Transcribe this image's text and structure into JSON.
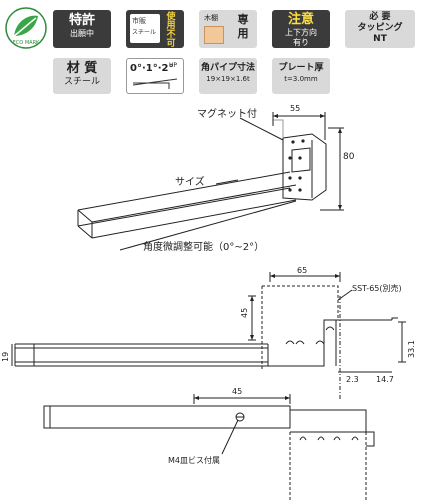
{
  "badges": {
    "eco_logo": "ECO MARK",
    "patent_big": "特許",
    "patent_small": "出願中",
    "material_box_top": "市販",
    "material_box_bottom": "スチール",
    "not_usable": "使用不可",
    "wood_label": "木棚",
    "dedicated": "専用",
    "caution_big": "注意",
    "caution_line1": "上下方向",
    "caution_line2": "有り",
    "required_line1": "必 要",
    "required_line2": "タッピング",
    "required_line3": "NT",
    "material_big": "材 質",
    "material_small": "スチール",
    "angle_main": "0°·1°·2°",
    "angle_up": "UP",
    "pipe_big": "角パイプ寸法",
    "pipe_small": "19×19×1.6t",
    "plate_big": "プレート厚",
    "plate_small": "t=3.0mm"
  },
  "diagram1": {
    "magnet_label": "マグネット付",
    "size_label": "サイズ",
    "angle_label": "角度微調整可能（0°~2°）",
    "dim_width": "55",
    "dim_height": "80"
  },
  "diagram2": {
    "dim_65": "65",
    "dim_45": "45",
    "dim_19": "19",
    "dim_33_1": "33.1",
    "dim_2_3": "2.3",
    "dim_14_7": "14.7",
    "sst_label": "SST-65(別売)"
  },
  "diagram3": {
    "dim_45": "45",
    "screw_label": "M4皿ビス付属"
  },
  "colors": {
    "badge_dark": "#3b3b3b",
    "badge_gray": "#d9d9d9",
    "line": "#222222"
  }
}
